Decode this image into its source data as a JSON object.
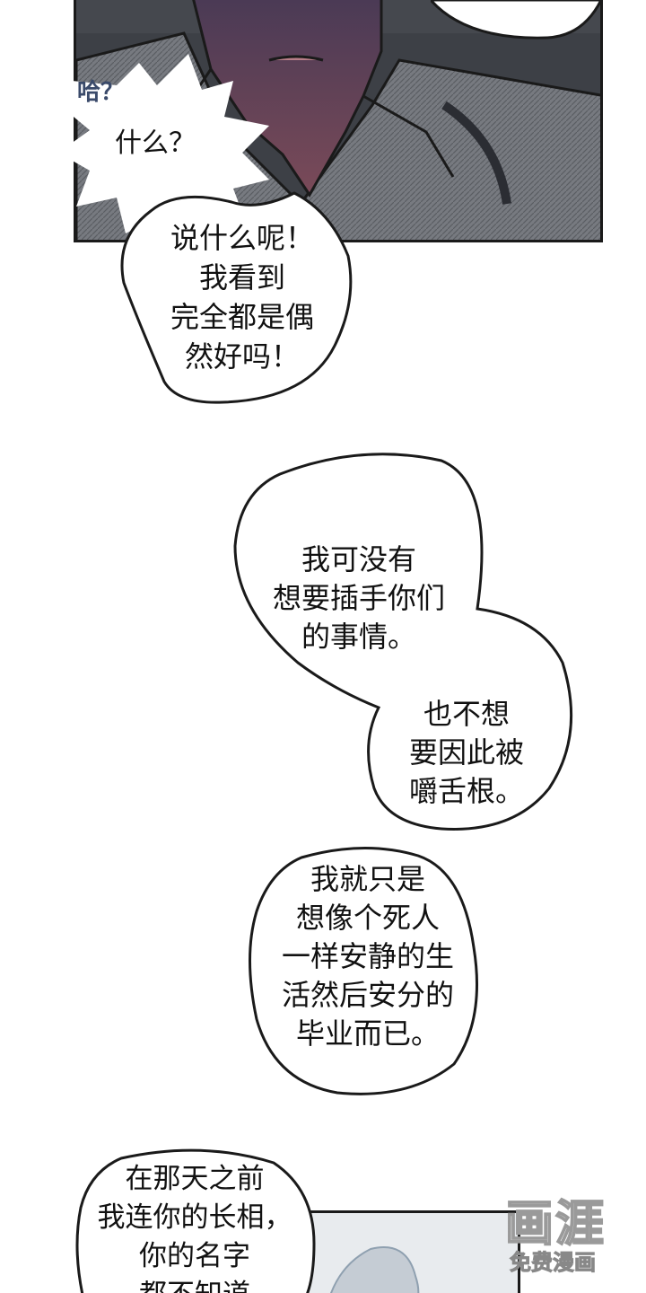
{
  "speech": {
    "ha": "哈？",
    "what": "什么？",
    "bubble1": "说什么呢！\n我看到\n完全都是偶\n然好吗！",
    "bubble2a": "我可没有\n想要插手你们\n的事情。",
    "bubble2b": "也不想\n要因此被\n嚼舌根。",
    "bubble3": "我就只是\n想像个死人\n一样安静的生\n活然后安分的\n毕业而已。",
    "bubble4": "在那天之前\n我连你的长相，\n你的名字\n都不知道"
  },
  "watermark": {
    "brand": "画涯",
    "tagline": "免费漫画"
  },
  "colors": {
    "panel_dark": "#3d4046",
    "skin": "#5a3a4e",
    "shirt": "#6e7076",
    "ink": "#1a1a1a"
  }
}
